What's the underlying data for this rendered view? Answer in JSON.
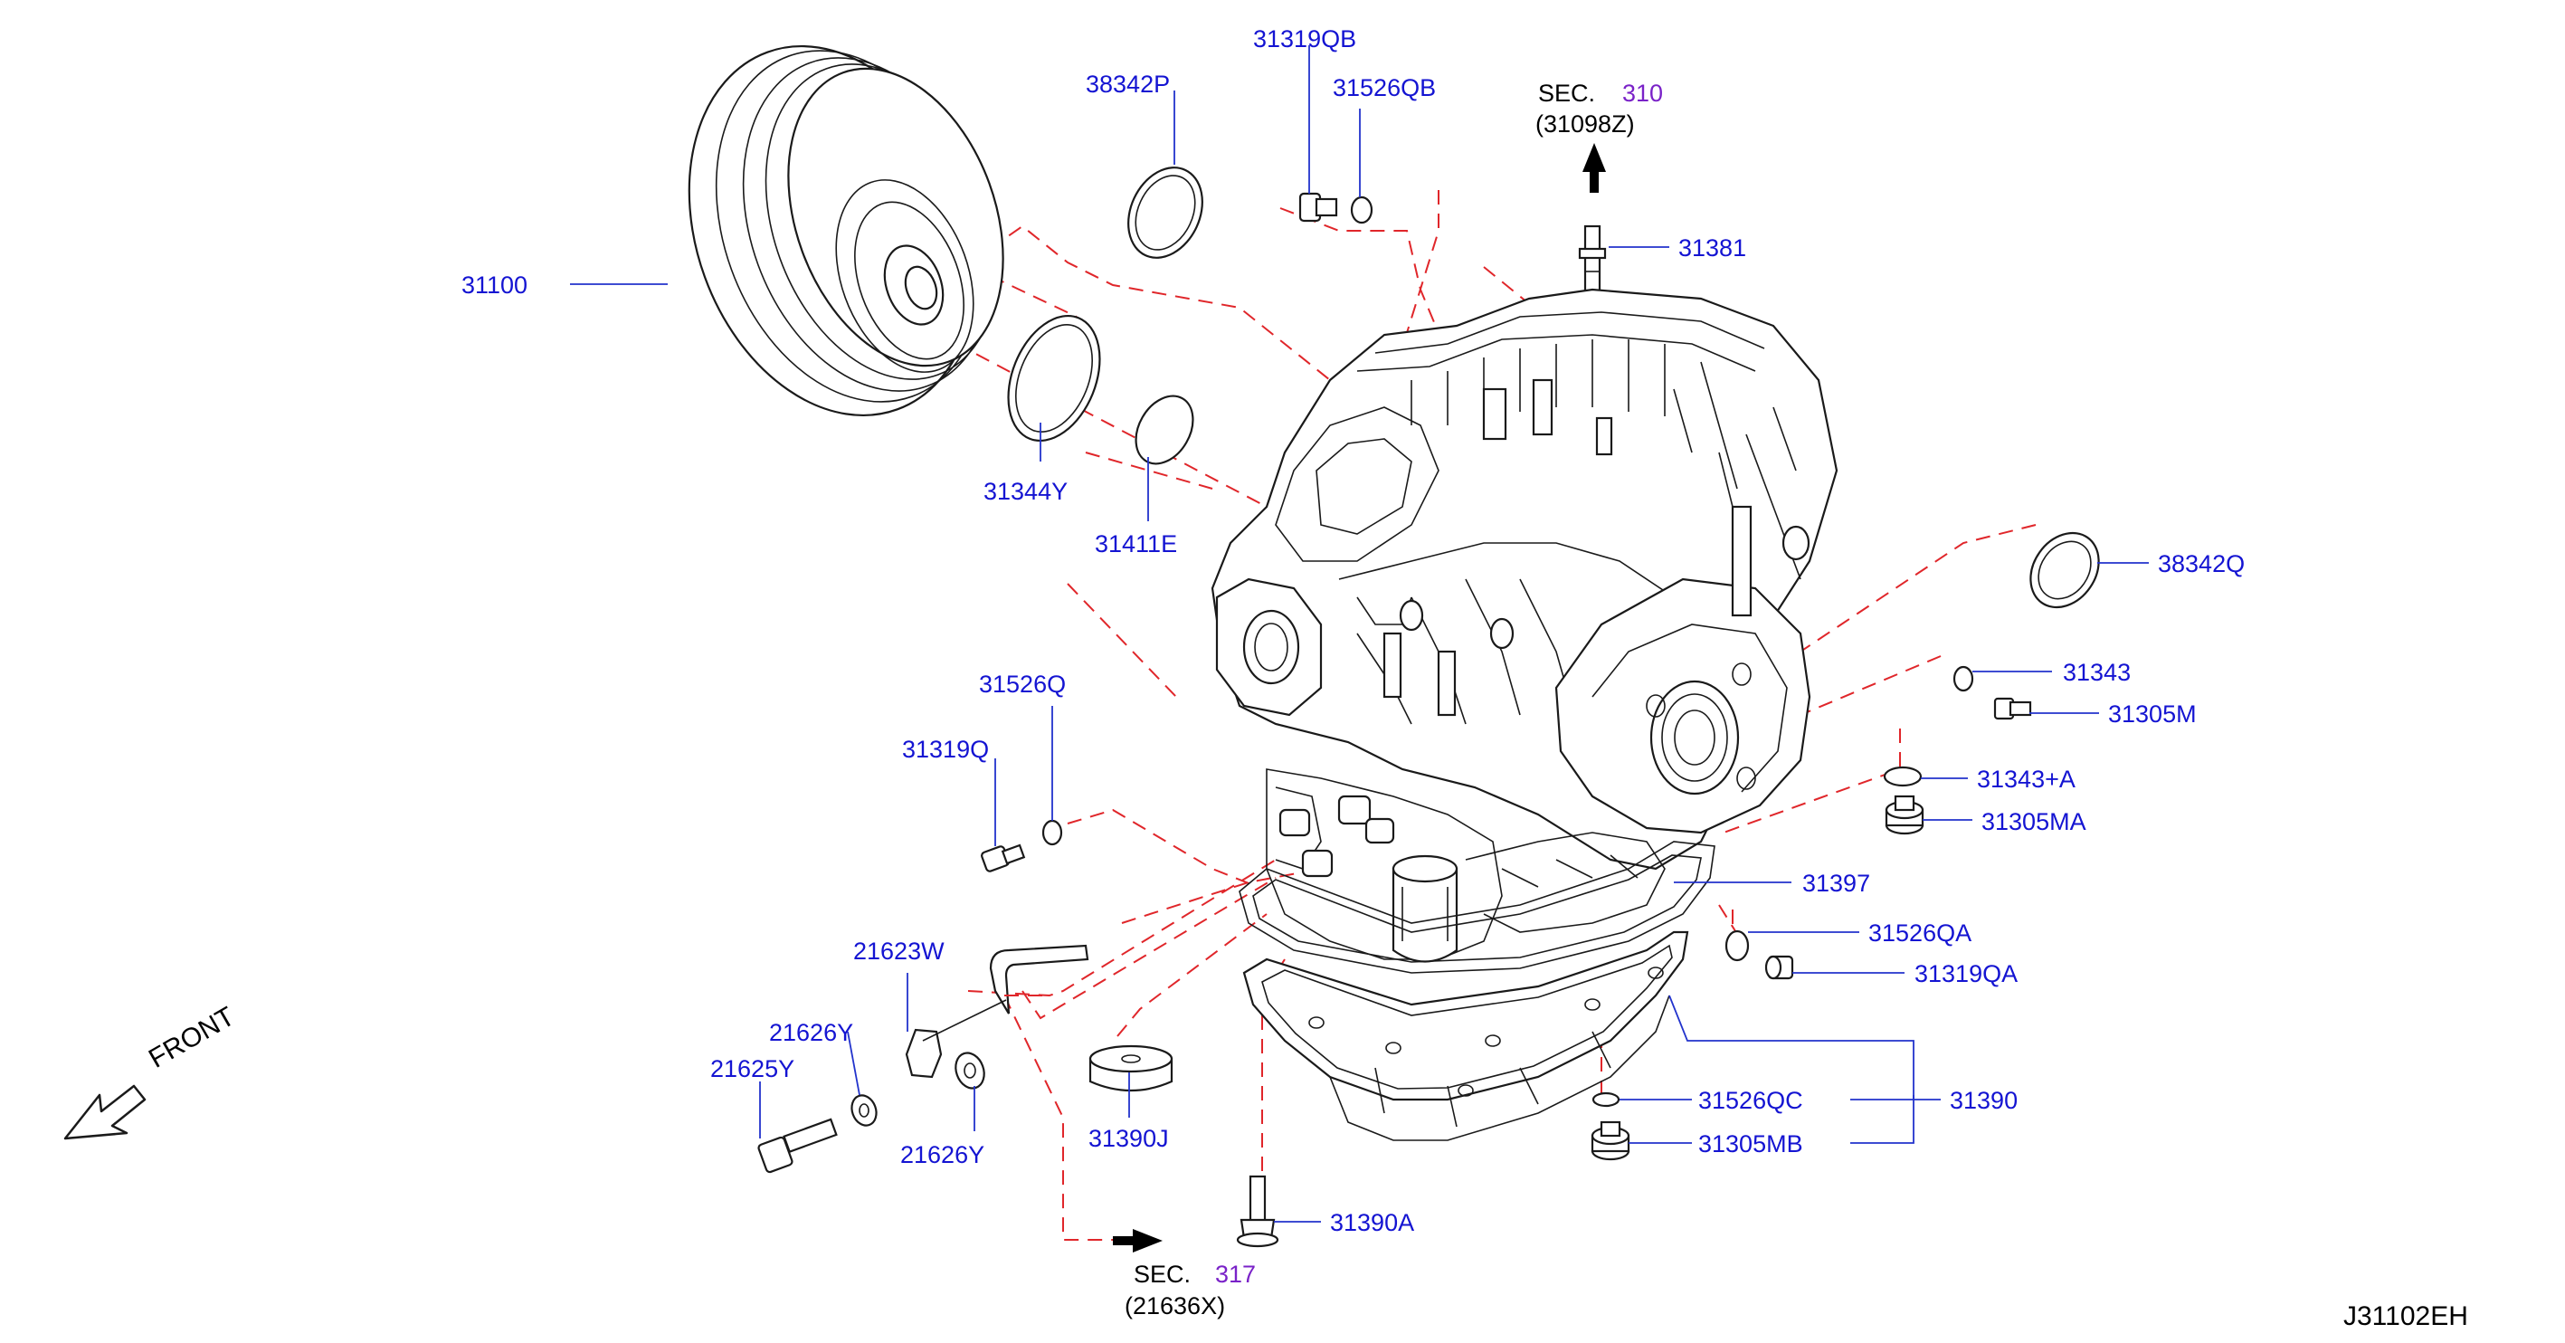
{
  "diagram": {
    "drawing_code": "J31102EH",
    "front_label": "FRONT",
    "sec_top": {
      "prefix": "SEC.",
      "number": "310",
      "subpart": "(31098Z)"
    },
    "sec_bottom": {
      "prefix": "SEC.",
      "number": "317",
      "subpart": "(21636X)"
    },
    "colors": {
      "part_label": "#1414d2",
      "leader": "#2233cc",
      "dashed_guide": "#e0262a",
      "sec_number": "#7a22c8",
      "line_art": "#1a1a1a"
    },
    "parts": [
      {
        "id": "31100",
        "label": "31100",
        "name": "torque-converter"
      },
      {
        "id": "38342P",
        "label": "38342P",
        "name": "oil-seal"
      },
      {
        "id": "31319QB",
        "label": "31319QB",
        "name": "plug"
      },
      {
        "id": "31526QB",
        "label": "31526QB",
        "name": "o-ring"
      },
      {
        "id": "31381",
        "label": "31381",
        "name": "stud"
      },
      {
        "id": "31344Y",
        "label": "31344Y",
        "name": "oil-seal"
      },
      {
        "id": "31411E",
        "label": "31411E",
        "name": "o-ring"
      },
      {
        "id": "38342Q",
        "label": "38342Q",
        "name": "oil-seal"
      },
      {
        "id": "31343",
        "label": "31343",
        "name": "washer"
      },
      {
        "id": "31305M",
        "label": "31305M",
        "name": "plug"
      },
      {
        "id": "31343A",
        "label": "31343+A",
        "name": "washer"
      },
      {
        "id": "31305MA",
        "label": "31305MA",
        "name": "plug"
      },
      {
        "id": "31526Q",
        "label": "31526Q",
        "name": "o-ring"
      },
      {
        "id": "31319Q",
        "label": "31319Q",
        "name": "plug"
      },
      {
        "id": "31397",
        "label": "31397",
        "name": "gasket"
      },
      {
        "id": "31526QA",
        "label": "31526QA",
        "name": "o-ring"
      },
      {
        "id": "31319QA",
        "label": "31319QA",
        "name": "plug"
      },
      {
        "id": "21623W",
        "label": "21623W",
        "name": "oil-cooler-hose"
      },
      {
        "id": "21626Y_top",
        "label": "21626Y",
        "name": "washer"
      },
      {
        "id": "21625Y",
        "label": "21625Y",
        "name": "eye-bolt"
      },
      {
        "id": "21626Y_bottom",
        "label": "21626Y",
        "name": "washer"
      },
      {
        "id": "31390J",
        "label": "31390J",
        "name": "magnet"
      },
      {
        "id": "31390A",
        "label": "31390A",
        "name": "bolt"
      },
      {
        "id": "31526QC",
        "label": "31526QC",
        "name": "o-ring"
      },
      {
        "id": "31305MB",
        "label": "31305MB",
        "name": "drain-plug"
      },
      {
        "id": "31390",
        "label": "31390",
        "name": "oil-pan-assembly"
      }
    ]
  }
}
